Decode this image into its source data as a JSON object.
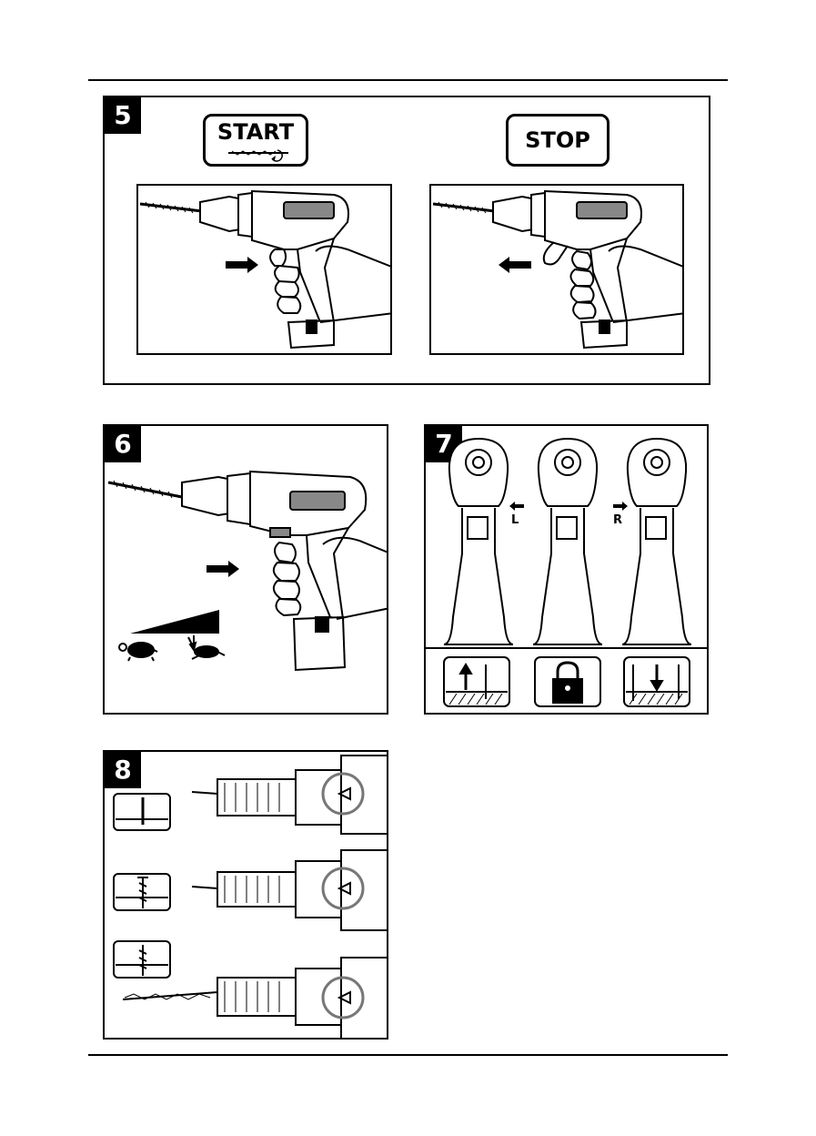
{
  "panels": {
    "p5": {
      "number": "5",
      "start_label": "START",
      "stop_label": "STOP"
    },
    "p6": {
      "number": "6"
    },
    "p7": {
      "number": "7",
      "left_letter": "L",
      "right_letter": "R"
    },
    "p8": {
      "number": "8"
    }
  },
  "icons": {
    "start_sub": "drill-bit-rotation-icon",
    "p5_left": "drill-trigger-pressed-icon",
    "p5_right": "drill-trigger-released-icon",
    "p6_slow": "tortoise-icon",
    "p6_fast": "hare-icon",
    "p7_lock": "padlock-icon",
    "p8_nail": "nail-icon",
    "p8_screw": "screw-icon",
    "p8_drill": "drill-bit-icon"
  }
}
